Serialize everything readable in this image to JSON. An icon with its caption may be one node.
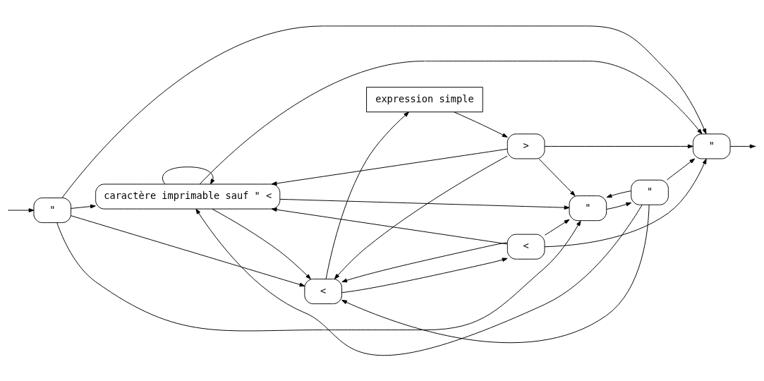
{
  "diagram": {
    "nodes": [
      {
        "text": [
          "\""
        ]
      },
      {
        "text": [
          "caractère imprimable sauf \" <"
        ]
      },
      {
        "text": [
          "<"
        ]
      },
      {
        "text": [
          "expression simple"
        ]
      },
      {
        "text": [
          ">"
        ]
      },
      {
        "text": [
          "<"
        ]
      },
      {
        "text": [
          "\""
        ]
      },
      {
        "text": [
          "\""
        ]
      },
      {
        "text": [
          "\""
        ]
      }
    ],
    "edges": [
      {
        "from": null,
        "to": 0,
        "arrow": "to"
      },
      {
        "from": 0,
        "to": 1,
        "arrow": "to"
      },
      {
        "from": 0,
        "to": 2,
        "arrow": "to"
      },
      {
        "from": 0,
        "to": 6,
        "arrow": "to"
      },
      {
        "from": 0,
        "to": 8,
        "arrow": "to"
      },
      {
        "from": 2,
        "to": 3,
        "arrow": "to"
      },
      {
        "from": 2,
        "to": 5,
        "arrow": "to"
      },
      {
        "from": 3,
        "to": 4,
        "arrow": "to"
      },
      {
        "from": 6,
        "to": 7,
        "arrow": "to"
      },
      {
        "from": 1,
        "to": 8,
        "arrow": "to"
      },
      {
        "from": 4,
        "to": 8,
        "arrow": "to"
      },
      {
        "from": 5,
        "to": 8,
        "arrow": "to"
      },
      {
        "from": 7,
        "to": 8,
        "arrow": "to"
      },
      {
        "from": 1,
        "to": 1,
        "arrow": "to"
      },
      {
        "from": 1,
        "to": 2,
        "arrow": "to"
      },
      {
        "from": 1,
        "to": 6,
        "arrow": "to"
      },
      {
        "from": 4,
        "to": 1,
        "arrow": "to"
      },
      {
        "from": 4,
        "to": 2,
        "arrow": "to"
      },
      {
        "from": 4,
        "to": 6,
        "arrow": "to"
      },
      {
        "from": 5,
        "to": 1,
        "arrow": "to"
      },
      {
        "from": 5,
        "to": 2,
        "arrow": "to"
      },
      {
        "from": 5,
        "to": 6,
        "arrow": "to"
      },
      {
        "from": 7,
        "to": 1,
        "arrow": "to"
      },
      {
        "from": 7,
        "to": 2,
        "arrow": "to"
      },
      {
        "from": 7,
        "to": 6,
        "arrow": "to"
      },
      {
        "from": 8,
        "to": null,
        "arrow": "to"
      }
    ]
  }
}
